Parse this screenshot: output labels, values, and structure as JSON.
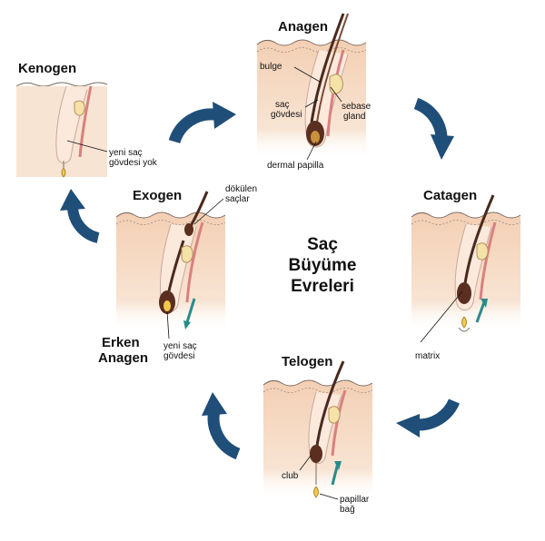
{
  "title_lines": [
    "Saç",
    "Büyüme",
    "Evreleri"
  ],
  "colors": {
    "arrow": "#1f4e79",
    "skin": "#f6dcc7",
    "dermis_line": "#d98080",
    "hair": "#4a2a1e",
    "bulb": "#c8913a",
    "papilla": "#f2c94c",
    "small_arrow": "#2a8a8a"
  },
  "stages": {
    "anagen": {
      "title": "Anagen",
      "labels": {
        "bulge": "bulge",
        "shaft": [
          "saç",
          "gövdesi"
        ],
        "gland": [
          "sebase",
          "gland"
        ],
        "papilla": "dermal papilla"
      }
    },
    "catagen": {
      "title": "Catagen",
      "labels": {
        "matrix": "matrix"
      }
    },
    "telogen": {
      "title": "Telogen",
      "labels": {
        "club": "club",
        "papillar": [
          "papillar",
          "bağ"
        ]
      }
    },
    "exogen": {
      "title": "Exogen",
      "labels": {
        "shed": [
          "dökülen",
          "saçlar"
        ],
        "new_shaft": [
          "yeni saç",
          "gövdesi"
        ]
      }
    },
    "erken_anagen": {
      "title": [
        "Erken",
        "Anagen"
      ]
    },
    "kenogen": {
      "title": "Kenogen",
      "labels": {
        "no_shaft": [
          "yeni saç",
          "gövdesi yok"
        ]
      }
    }
  },
  "cycle_arrows": [
    "arrow-anagen-to-catagen",
    "arrow-catagen-to-telogen",
    "arrow-telogen-to-exogen",
    "arrow-exogen-to-kenogen",
    "arrow-kenogen-to-anagen"
  ]
}
